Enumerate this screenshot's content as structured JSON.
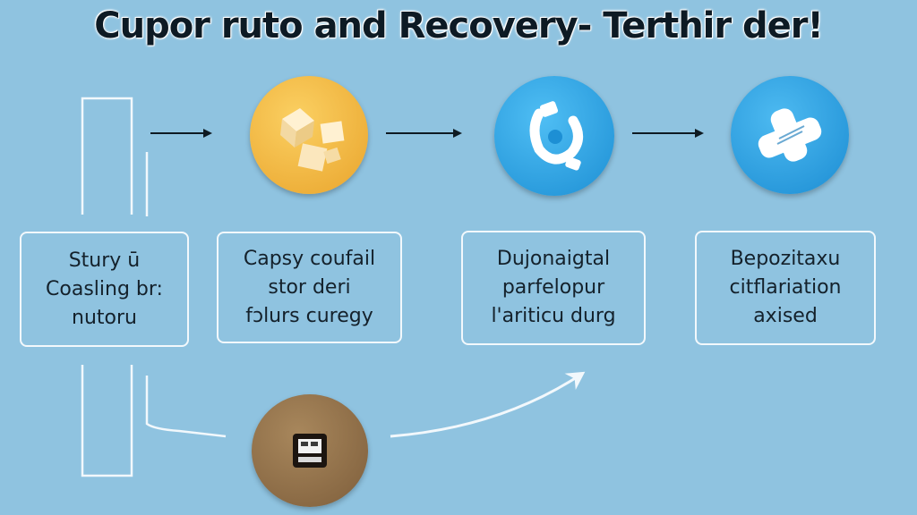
{
  "diagram": {
    "title": "Cupor ruto and Recovery- Terthir der!",
    "boxes": [
      {
        "lines": [
          "Stury ū",
          "Coasling br:",
          "nutoru"
        ]
      },
      {
        "lines": [
          "Capsy coufail",
          "stor deri",
          "fɔlurs curegy"
        ]
      },
      {
        "lines": [
          "Dujonaigtal",
          "parfelopur",
          "l'ariticu durg"
        ]
      },
      {
        "lines": [
          "Bepozitaxu",
          "citflariation",
          "axised"
        ]
      }
    ],
    "icons": {
      "step1": "sugar-cubes-icon",
      "step2": "link-chain-icon",
      "step3": "bandage-icon",
      "step4": "device-icon"
    },
    "colors": {
      "background": "#8fc3e0",
      "orange": "#e9a42c",
      "blue": "#1d8fd4",
      "brown": "#7e5e3b",
      "line": "#f2f8fc"
    }
  }
}
